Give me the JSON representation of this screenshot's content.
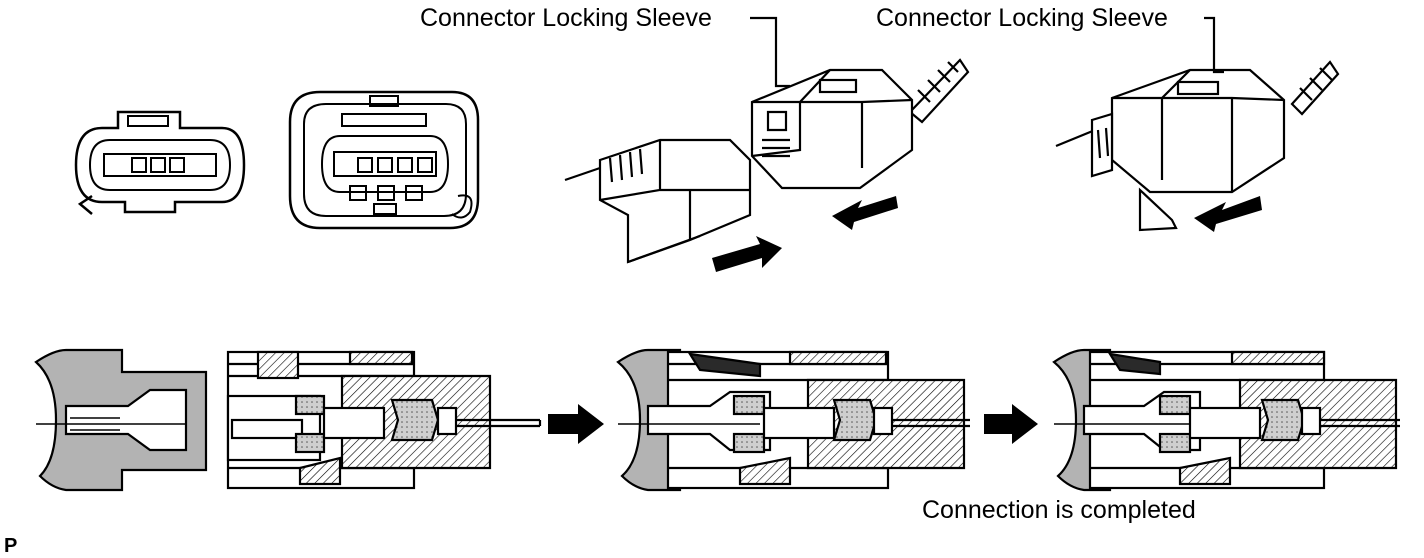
{
  "labels": {
    "sleeve_left": "Connector Locking Sleeve",
    "sleeve_right": "Connector Locking Sleeve",
    "completed": "Connection is completed",
    "corner_mark": "P"
  },
  "colors": {
    "stroke": "#000000",
    "fill_gray": "#b3b3b3",
    "fill_dark": "#2a2a2a",
    "background": "#ffffff"
  }
}
